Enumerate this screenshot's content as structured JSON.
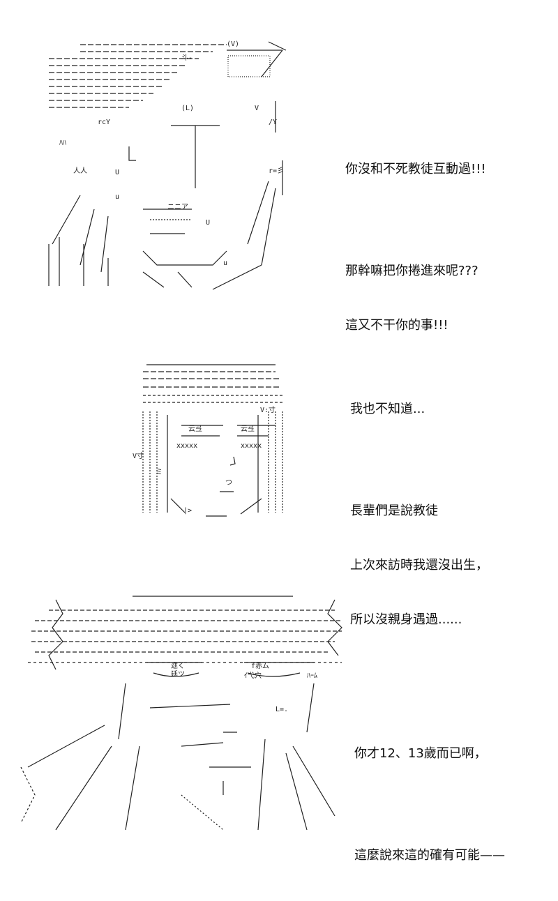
{
  "panels": [
    {
      "lines": [
        "你沒和不死教徒互動過!!!",
        "",
        "那幹嘛把你捲進來呢???",
        "這又不干你的事!!!"
      ]
    },
    {
      "lines": [
        "我也不知道...",
        "",
        "長輩們是說教徒",
        "上次來訪時我還沒出生，",
        "所以沒親身遇過......"
      ]
    },
    {
      "lines": [
        "你才12、13歲而已啊，",
        "",
        "這麼說來這的確有可能——"
      ]
    }
  ],
  "art_glyphs": {
    "p1": [
      "(V)",
      "斗-",
      "(L)",
      "rcY",
      "V",
      "ﾊﾊ",
      "人人",
      "U",
      "u",
      "ニニア",
      "U",
      "u",
      "r=彡",
      "/Y"
    ],
    "p2": [
      "云弖",
      "云弖",
      "xxxxx",
      "xxxxx",
      "V寸",
      "V:寸",
      "ミ",
      "つ",
      "|>"
    ],
    "p3": [
      "迩く",
      "廷ツ",
      "f赤ム",
      "ｲ弋穴",
      "L=.",
      "ﾊｰﾑ"
    ]
  }
}
